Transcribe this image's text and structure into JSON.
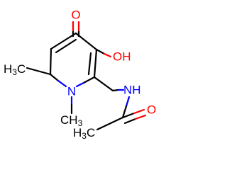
{
  "structure": {
    "atoms": {
      "carbonyl_oxygen": "O",
      "hydroxyl": "OH",
      "ring_nitrogen": "N",
      "amide_nh": "NH",
      "amide_oxygen": "O",
      "methyl_c6": "H3C",
      "methyl_n1": "CH3",
      "acetyl_methyl": "H3C"
    }
  },
  "colors": {
    "carbon_bond": "#000000",
    "oxygen": "#ff0000",
    "nitrogen": "#0000ff",
    "background": "#ffffff"
  }
}
